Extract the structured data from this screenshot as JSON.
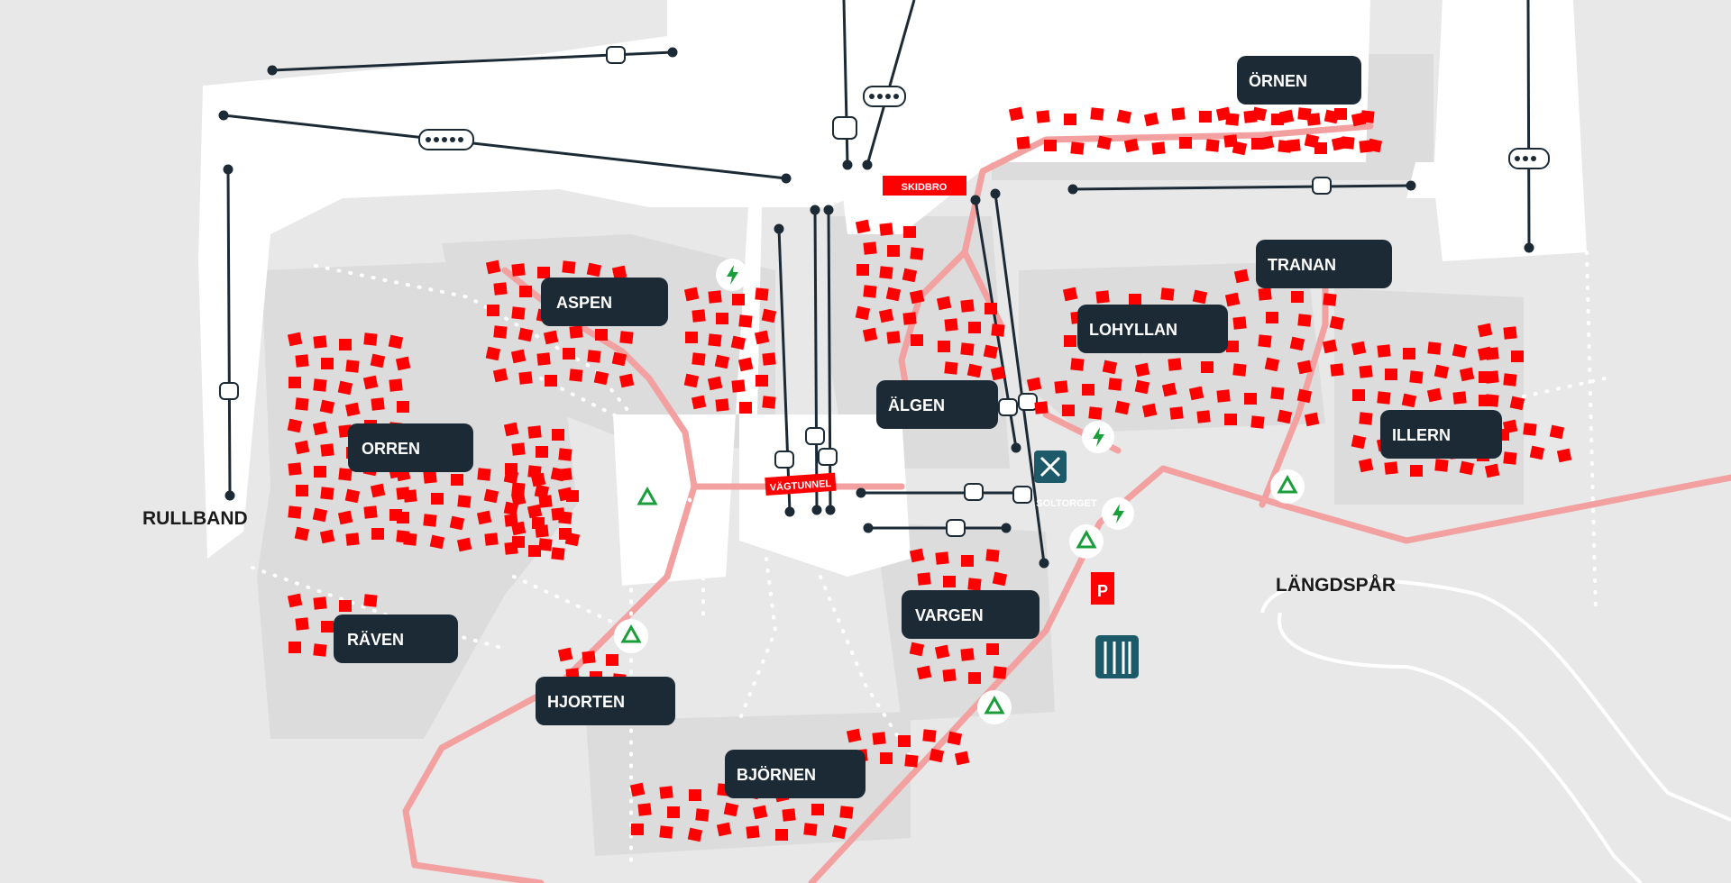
{
  "map": {
    "areas": [
      {
        "id": "ornen",
        "label": "ÖRNEN"
      },
      {
        "id": "tranan",
        "label": "TRANAN"
      },
      {
        "id": "lohyllan",
        "label": "LOHYLLAN"
      },
      {
        "id": "illern",
        "label": "ILLERN"
      },
      {
        "id": "aspen",
        "label": "ASPEN"
      },
      {
        "id": "algen",
        "label": "ÄLGEN"
      },
      {
        "id": "orren",
        "label": "ORREN"
      },
      {
        "id": "vargen",
        "label": "VARGEN"
      },
      {
        "id": "raven",
        "label": "RÄVEN"
      },
      {
        "id": "hjorten",
        "label": "HJORTEN"
      },
      {
        "id": "bjornen",
        "label": "BJÖRNEN"
      }
    ],
    "red_labels": {
      "skidbro": "SKIDBRO",
      "vagtunnel": "VÄGTUNNEL",
      "soltorget": "SOLTORGET"
    },
    "labels": {
      "rullband": "RULLBAND",
      "langdspar": "LÄNGDSPÅR"
    },
    "parking": "P",
    "colors": {
      "background": "#e8e8e8",
      "slope": "#ffffff",
      "cabin": "#ff0000",
      "road": "#f2a0a0",
      "label_bg": "#1c2a36",
      "recycle": "#1a9e3a",
      "lift": "#1c2a36"
    }
  }
}
